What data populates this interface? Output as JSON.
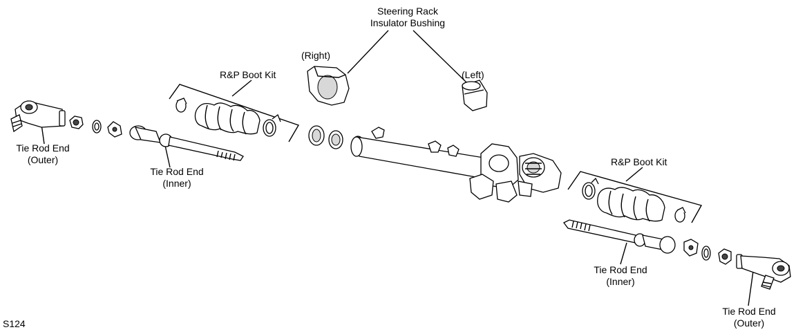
{
  "diagram_id": "S124",
  "labels": {
    "bushing_title_line1": "Steering Rack",
    "bushing_title_line2": "Insulator Bushing",
    "bushing_right": "(Right)",
    "bushing_left": "(Left)",
    "boot_kit_left": "R&P Boot Kit",
    "boot_kit_right": "R&P Boot Kit",
    "outer_left_line1": "Tie Rod End",
    "outer_left_line2": "(Outer)",
    "inner_left_line1": "Tie Rod End",
    "inner_left_line2": "(Inner)",
    "inner_right_line1": "Tie Rod End",
    "inner_right_line2": "(Inner)",
    "outer_right_line1": "Tie Rod End",
    "outer_right_line2": "(Outer)"
  }
}
